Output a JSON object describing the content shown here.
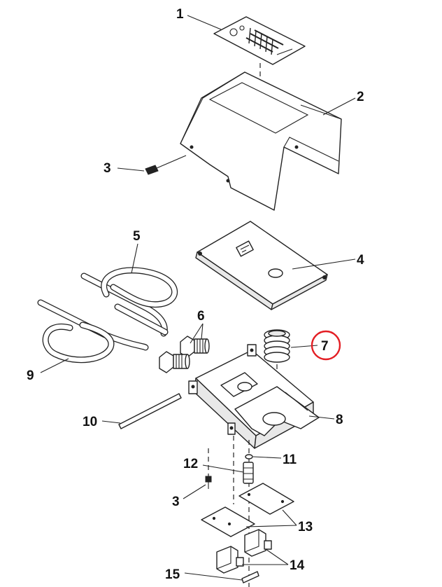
{
  "callouts": {
    "c1": "1",
    "c2": "2",
    "c3a": "3",
    "c4": "4",
    "c5": "5",
    "c6": "6",
    "c7": "7",
    "c8": "8",
    "c9": "9",
    "c10": "10",
    "c11": "11",
    "c12": "12",
    "c3b": "3",
    "c13": "13",
    "c14": "14",
    "c15": "15"
  },
  "highlight": {
    "target": "7",
    "color": "#e31e24"
  },
  "colors": {
    "ink": "#222222",
    "background": "#ffffff"
  }
}
